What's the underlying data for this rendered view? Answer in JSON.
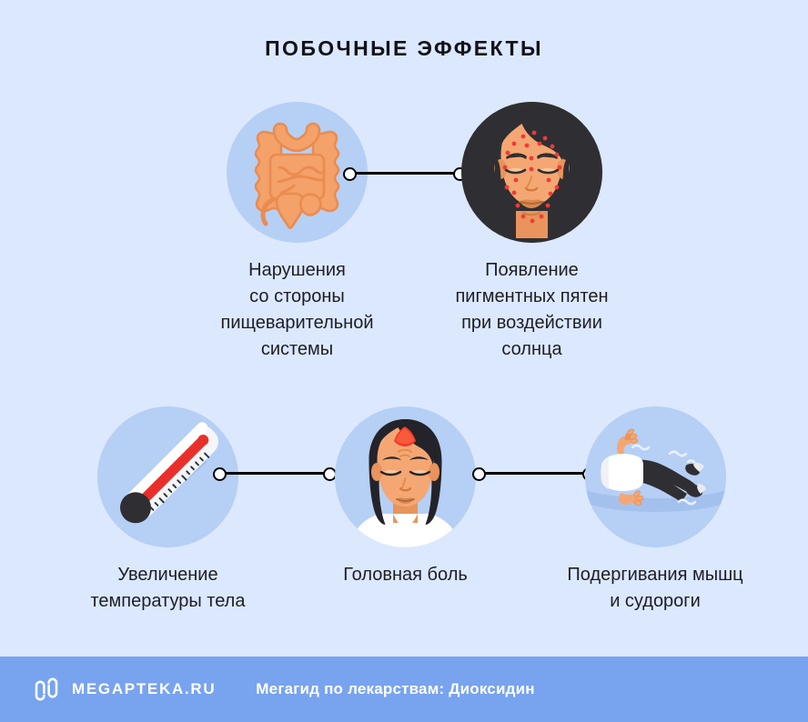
{
  "title": "ПОБОЧНЫЕ ЭФФЕКТЫ",
  "background_color": "#dce8fd",
  "circle_color": "#b6cff5",
  "connector_color": "#000000",
  "items": [
    {
      "icon": "intestines-icon",
      "caption": "Нарушения\nсо стороны\nпищеварительной\nсистемы"
    },
    {
      "icon": "face-with-pigment-spots-icon",
      "caption": "Появление\nпигментных пятен\nпри воздействии\nсолнца"
    },
    {
      "icon": "thermometer-icon",
      "caption": "Увеличение\nтемпературы тела"
    },
    {
      "icon": "headache-face-icon",
      "caption": "Головная боль"
    },
    {
      "icon": "convulsing-person-icon",
      "caption": "Подергивания мышц\nи судороги"
    }
  ],
  "footer": {
    "logo": "megapteka-m-logo",
    "brand": "MEGAPTEKA.RU",
    "caption": "Мегагид по лекарствам: Диоксидин",
    "background_color": "#78a3ee",
    "text_color": "#ffffff"
  }
}
